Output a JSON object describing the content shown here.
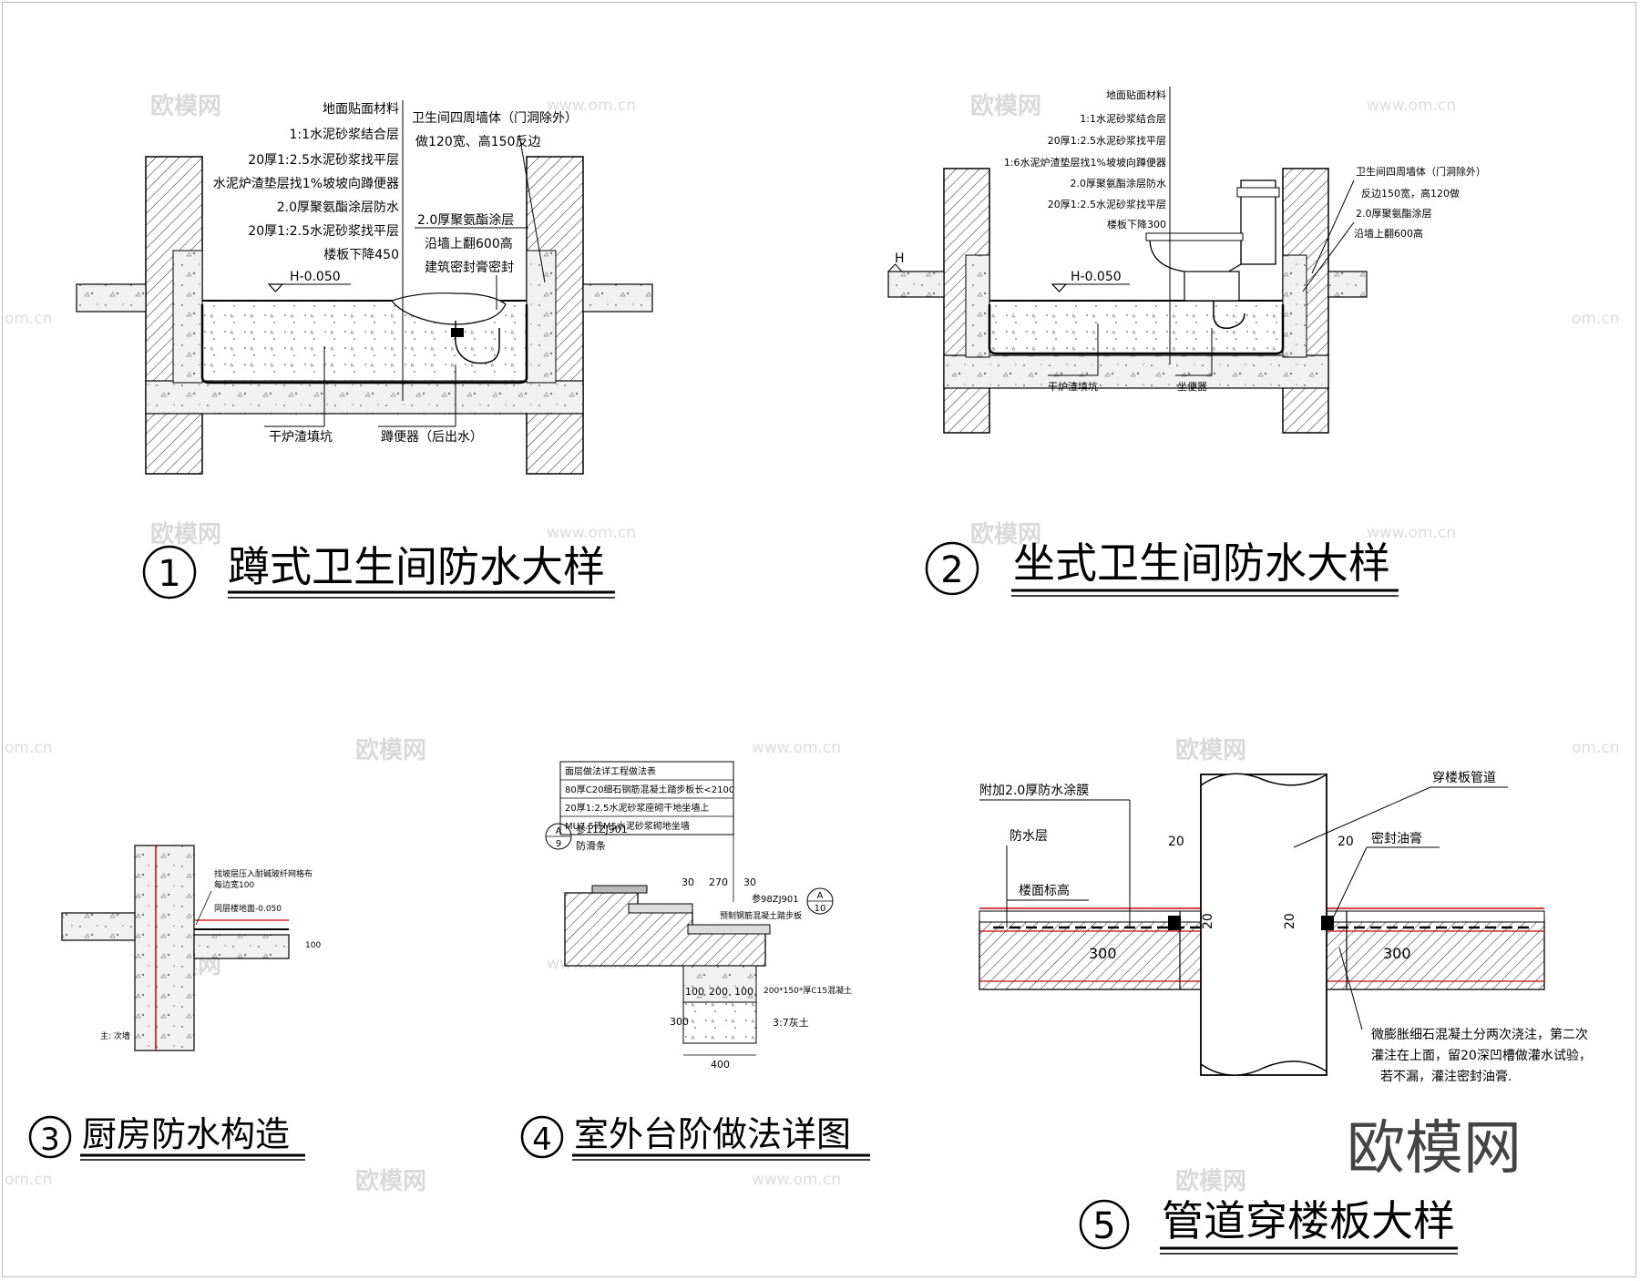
{
  "watermark": {
    "brand": "欧模网",
    "url": "www.om.cn",
    "url_partial": "om.cn"
  },
  "brand_logo": "欧模网",
  "detail1": {
    "number": "1",
    "title": "蹲式卫生间防水大样",
    "layers": [
      "地面贴面材料",
      "1:1水泥砂浆结合层",
      "20厚1:2.5水泥砂浆找平层",
      "水泥炉渣垫层找1%坡坡向蹲便器",
      "2.0厚聚氨酯涂层防水",
      "20厚1:2.5水泥砂浆找平层",
      "楼板下降450"
    ],
    "wall_note": [
      "卫生间四周墙体（门洞除外）",
      "做120宽、高150反边"
    ],
    "notes": [
      "2.0厚聚氨酯涂层",
      "沿墙上翻600高",
      "建筑密封膏密封"
    ],
    "elevation": "H-0.050",
    "fill_label": "干炉渣填坑",
    "fixture_label": "蹲便器（后出水）"
  },
  "detail2": {
    "number": "2",
    "title": "坐式卫生间防水大样",
    "layers": [
      "地面贴面材料",
      "1:1水泥砂浆结合层",
      "20厚1:2.5水泥砂浆找平层",
      "1:6水泥炉渣垫层找1%坡坡向蹲便器",
      "2.0厚聚氨酯涂层防水",
      "20厚1:2.5水泥砂浆找平层",
      "楼板下降300"
    ],
    "wall_note": [
      "卫生间四周墙体（门洞除外）",
      "反边150宽，高120做"
    ],
    "notes": [
      "2.0厚聚氨酯涂层",
      "沿墙上翻600高"
    ],
    "elevation": "H-0.050",
    "h_mark": "H",
    "fill_label": "干炉渣填坑",
    "fixture_label": "坐便器"
  },
  "detail3": {
    "number": "3",
    "title": "厨房防水构造",
    "notes": [
      "找坡层压入耐碱玻纤网格布",
      "每边宽100",
      "同层楼地面-0.050"
    ],
    "dim": "100",
    "bottom_note": "主: 次墙"
  },
  "detail4": {
    "number": "4",
    "title": "室外台阶做法详图",
    "table": [
      "面层做法详工程做法表",
      "80厚C20细石钢筋混凝土踏步板长<2100",
      "20厚1:2.5水泥砂浆座砌干地坐墙上",
      "MU7.5砖M5水泥砂浆砌地坐墙"
    ],
    "ref_left": {
      "top": "A",
      "bottom": "9",
      "text1": "参11ZJ901",
      "text2": "防滑条"
    },
    "ref_right": {
      "top": "A",
      "bottom": "10",
      "text1": "参98ZJ901",
      "text2": "预制钢筋混凝土踏步板"
    },
    "dims_top": [
      "30",
      "270",
      "30"
    ],
    "dims_bottom": [
      "100",
      "200",
      "100"
    ],
    "dim_total": "400",
    "dim_height": "300",
    "foot_note": "200*150*厚C15混凝土",
    "soil": "3:7灰土"
  },
  "detail5": {
    "number": "5",
    "title": "管道穿楼板大样",
    "labels": [
      "附加2.0厚防水涂膜",
      "防水层",
      "楼面标高",
      "穿楼板管道",
      "密封油膏"
    ],
    "dims": [
      "20",
      "20",
      "20",
      "20",
      "300",
      "300"
    ],
    "note": [
      "微膨胀细石混凝土分两次浇注，第二次",
      "灌注在上面，留20深凹槽做灌水试验，",
      "若不漏，灌注密封油膏."
    ]
  }
}
